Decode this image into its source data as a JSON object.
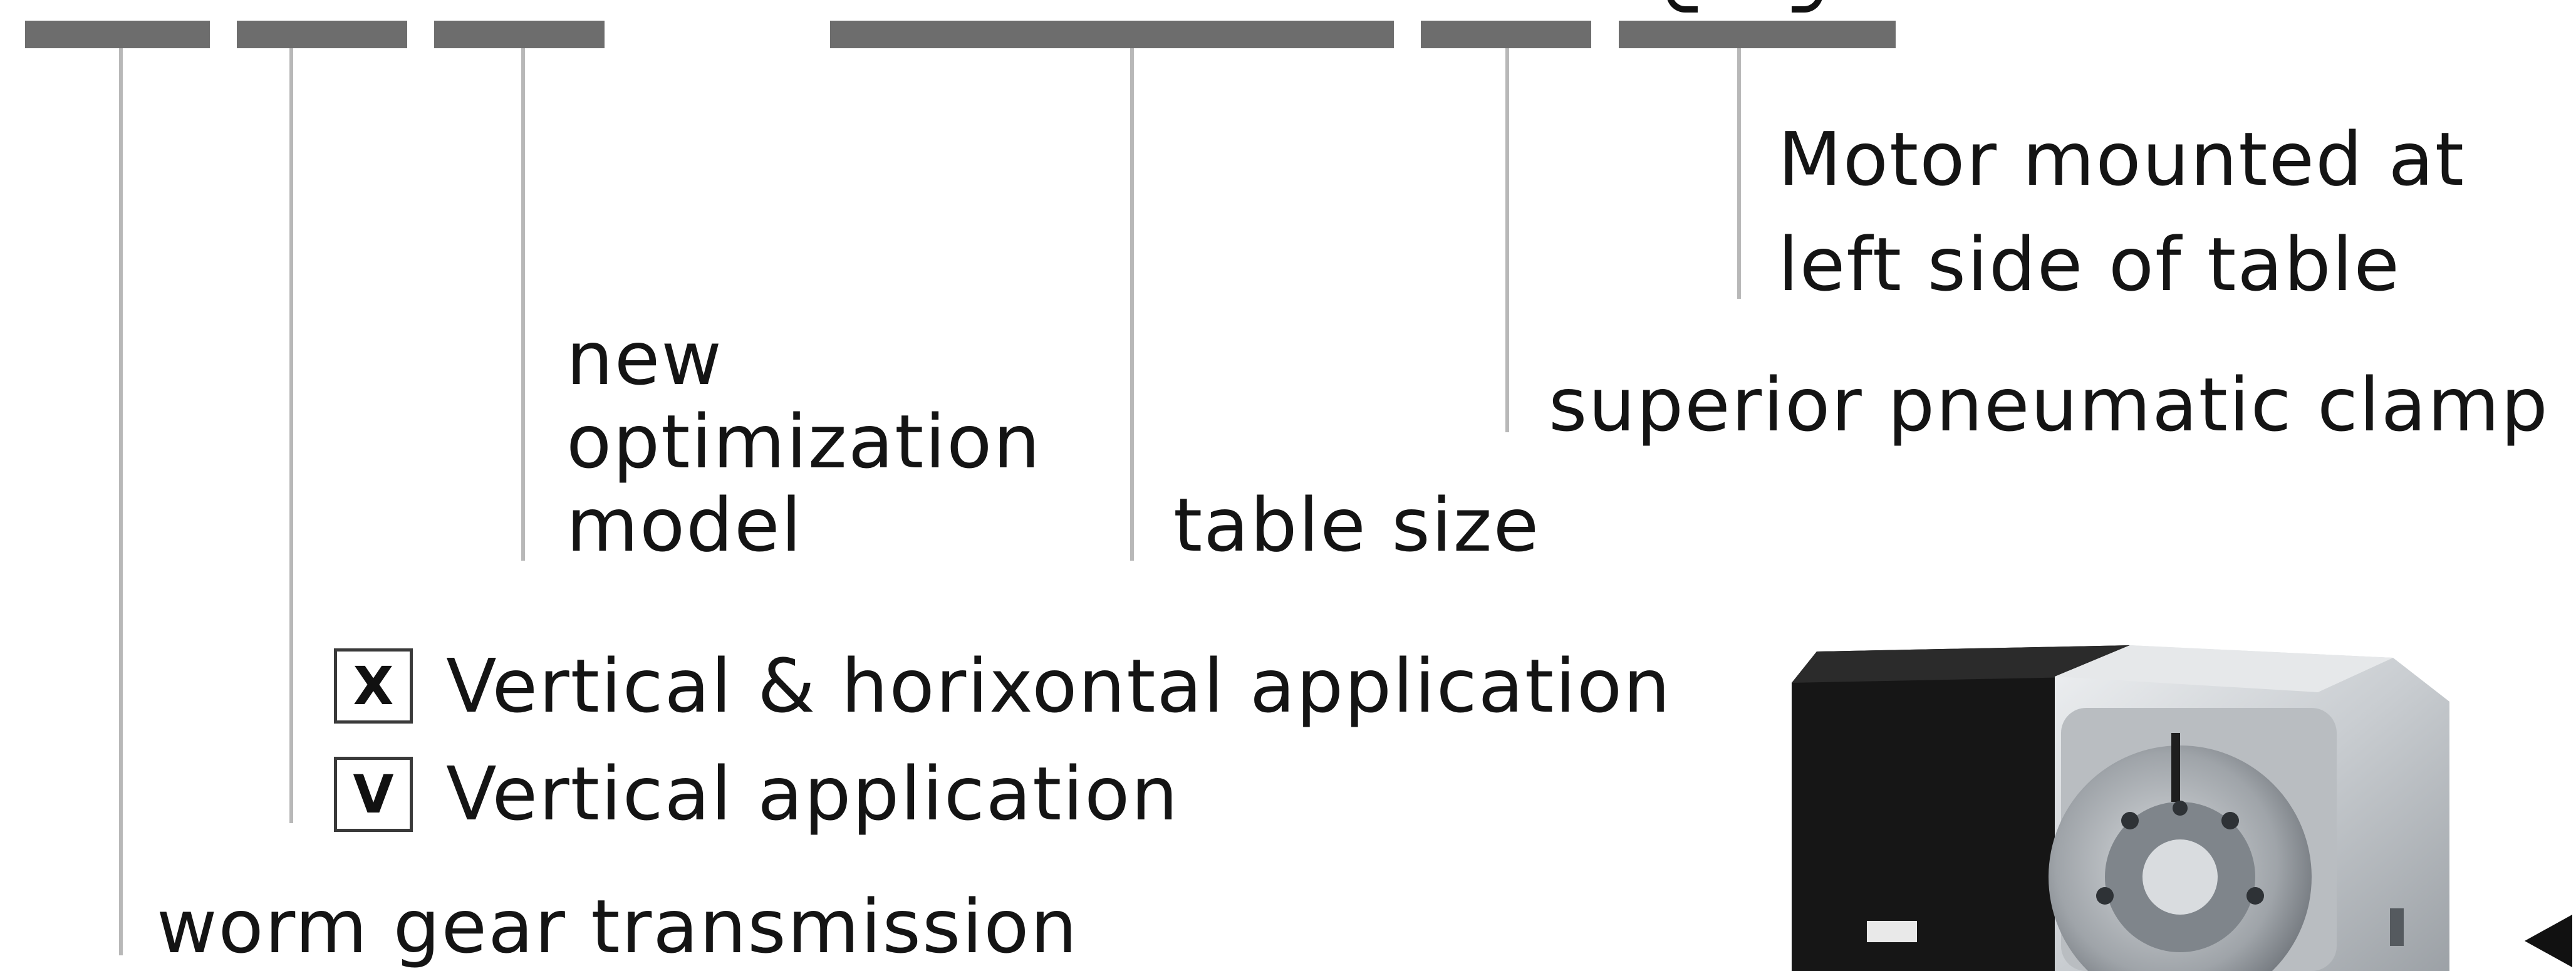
{
  "labels": {
    "motor": [
      "Motor mounted at",
      "left side of table"
    ],
    "clamp": "superior pneumatic clamp",
    "optimization": [
      "new",
      "optimization",
      "model"
    ],
    "table_size": "table size",
    "option_x": {
      "code": "X",
      "text": "Vertical & horixontal application"
    },
    "option_v": {
      "code": "V",
      "text": "Vertical application"
    },
    "worm_gear": "worm gear transmission"
  },
  "colors": {
    "bar": "#6d6d6d",
    "leader_line": "#b8b8b8",
    "text": "#141414"
  },
  "icons": {
    "product": "rotary-table-photo",
    "pointer": "left-triangle-icon"
  }
}
